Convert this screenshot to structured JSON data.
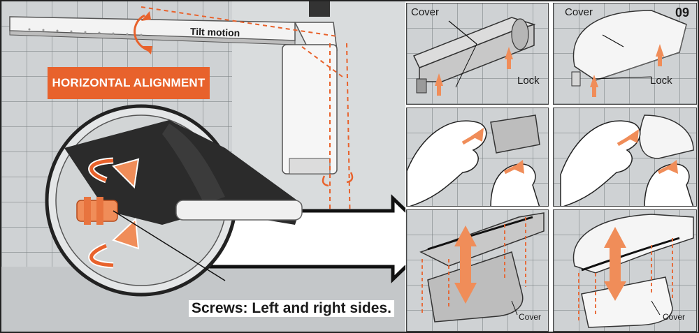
{
  "step_number": "09",
  "main": {
    "tilt_label": "Tilt motion",
    "badge_title": "HORIZONTAL ALIGNMENT",
    "screws_caption": "Screws: Left and right sides."
  },
  "thumbs": [
    {
      "cover_label": "Cover",
      "lock_label": "Lock"
    },
    {
      "cover_label": "Cover",
      "lock_label": "Lock"
    },
    {},
    {},
    {
      "cover_label": "Cover"
    },
    {
      "cover_label": "Cover"
    }
  ],
  "colors": {
    "accent": "#e8622c",
    "arrow": "#f0894f",
    "outline": "#1a1a1a",
    "tile": "#cfd2d4"
  }
}
